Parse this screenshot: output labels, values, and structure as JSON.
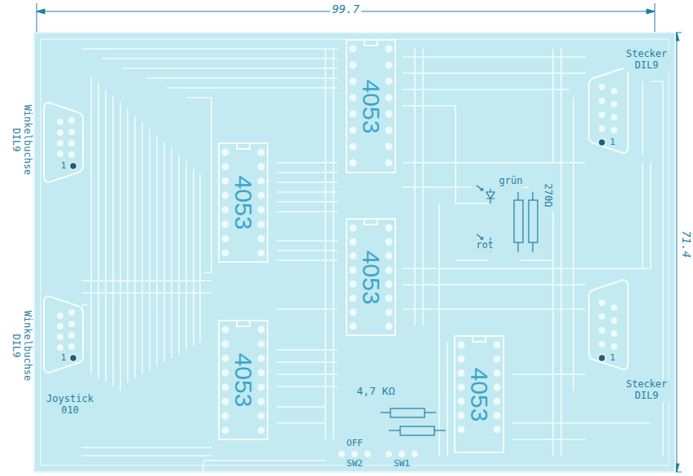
{
  "diagram": {
    "nodes": [
      {
        "text": [
          "4053"
        ]
      },
      {
        "text": [
          "4053"
        ]
      },
      {
        "text": [
          "4053"
        ]
      },
      {
        "text": [
          "4053"
        ]
      },
      {
        "text": [
          "4053"
        ]
      }
    ],
    "labels": [
      "99.7",
      "Stecker DIL9",
      "Winkelbuchse DIL9",
      "1",
      "1",
      "grün",
      "270Ω",
      "rot",
      "71.4",
      "Winkelbuchse DIL9",
      "1",
      "1",
      "Stecker DIL9",
      "4,7 KΩ",
      "Joystick 010",
      "OFF",
      "SW2",
      "SW1"
    ]
  }
}
